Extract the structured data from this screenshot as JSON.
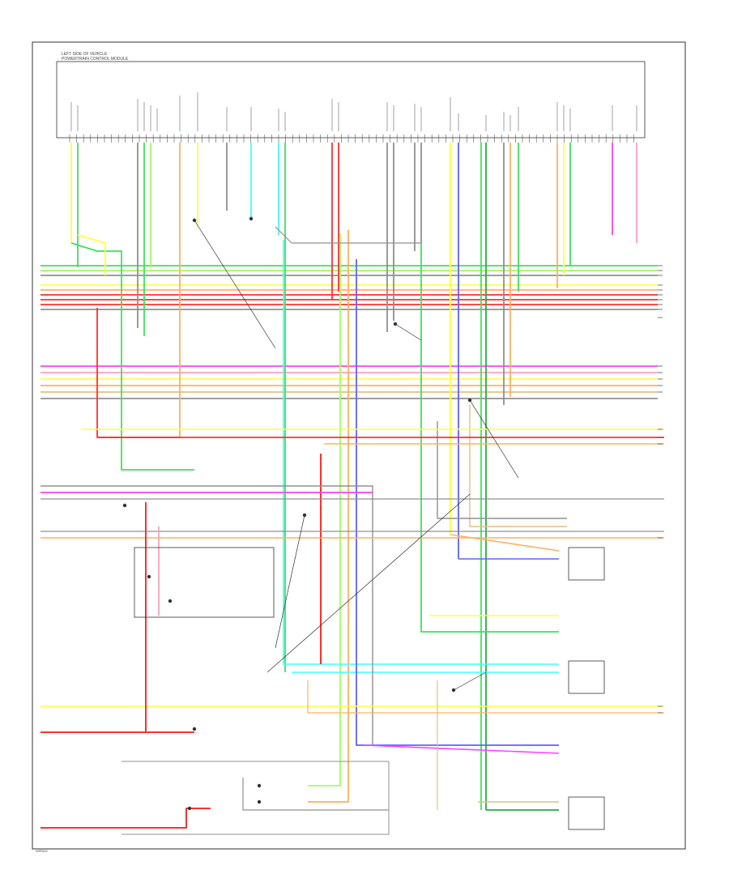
{
  "diagram": {
    "header_title": "LEFT SIDE OF VEHICLE",
    "header_subtitle": "POWERTRAIN CONTROL MODULE",
    "corner_label": "WIRING",
    "colors": {
      "red": "#ff3030",
      "orange": "#ffb060",
      "yellow": "#ffff40",
      "green": "#40e060",
      "lightgreen": "#a0ff60",
      "cyan": "#40ffff",
      "blue": "#6060ff",
      "magenta": "#ff40ff",
      "pink": "#ffa0c0",
      "gray": "#909090",
      "darkgreen": "#20b040",
      "tan": "#e0c080",
      "black": "#303030"
    }
  }
}
